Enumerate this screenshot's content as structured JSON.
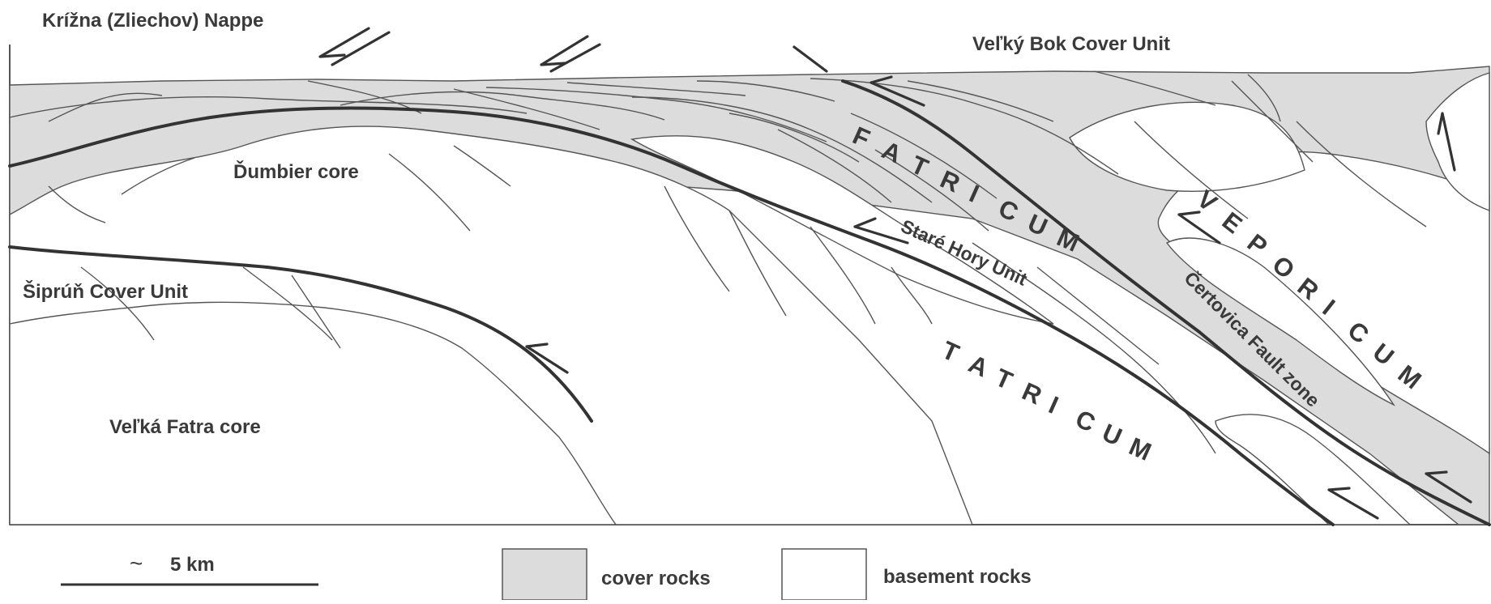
{
  "labels": {
    "krizna": "Krížna (Zliechov) Nappe",
    "velky_bok": "Veľký Bok Cover Unit",
    "dumbier": "Ďumbier core",
    "siprun": "Šiprúň Cover Unit",
    "velka_fatra": "Veľká Fatra core",
    "stare_hory": "Staré Hory Unit",
    "certovica": "Čertovica Fault zone"
  },
  "spaced_labels": {
    "fatricum": [
      "F",
      "A",
      "T",
      "R",
      "I",
      "C",
      "U",
      "M"
    ],
    "tatricum": [
      "T",
      "A",
      "T",
      "R",
      "I",
      "C",
      "U",
      "M"
    ],
    "veporicum": [
      "V",
      "E",
      "P",
      "O",
      "R",
      "I",
      "C",
      "U",
      "M"
    ]
  },
  "legend": {
    "scale": "5 km",
    "approx_symbol": "~",
    "cover": "cover rocks",
    "basement": "basement rocks",
    "cover_color": "#dcdcdc",
    "basement_color": "#ffffff"
  }
}
